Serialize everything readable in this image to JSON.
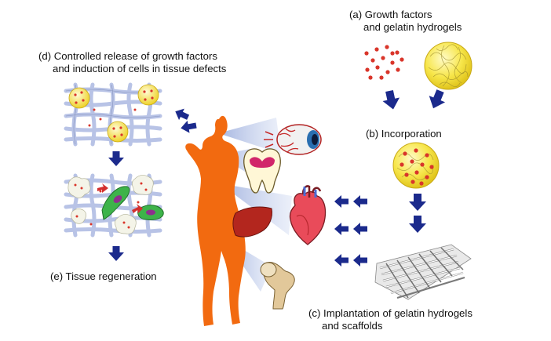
{
  "labels": {
    "a": {
      "line1": "(a) Growth factors",
      "line2": "and gelatin hydrogels"
    },
    "b": "(b) Incorporation",
    "c": {
      "line1": "(c) Implantation of gelatin hydrogels",
      "line2": "and scaffolds"
    },
    "d": {
      "line1": "(d) Controlled release of growth factors",
      "line2": "and induction of cells in tissue defects"
    },
    "e": "(e) Tissue regeneration"
  },
  "colors": {
    "arrow": "#1b2a8c",
    "body": "#f26a10",
    "beam": "#b9c6e8",
    "growth_factor": "#d9352a",
    "hydrogel": "#f7e64a",
    "fiber": "#b8c3e6",
    "cell": "#3db34a"
  }
}
